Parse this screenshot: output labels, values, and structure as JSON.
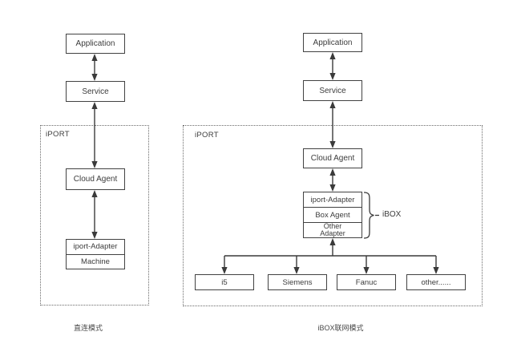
{
  "left_diagram": {
    "caption": "直连模式",
    "panel_label": "iPORT",
    "nodes": {
      "application": "Application",
      "service": "Service",
      "cloud_agent": "Cloud Agent",
      "iport_adapter": "iport-Adapter",
      "machine": "Machine"
    }
  },
  "right_diagram": {
    "caption": "iBOX联网模式",
    "panel_label": "iPORT",
    "brace_label": "iBOX",
    "nodes": {
      "application": "Application",
      "service": "Service",
      "cloud_agent": "Cloud Agent",
      "iport_adapter": "iport-Adapter",
      "box_agent": "Box Agent",
      "other_adapter": "Other Adapter"
    },
    "devices": [
      "i5",
      "Siemens",
      "Fanuc",
      "other......"
    ]
  },
  "colors": {
    "line": "#3a3a3a",
    "background": "#ffffff"
  }
}
